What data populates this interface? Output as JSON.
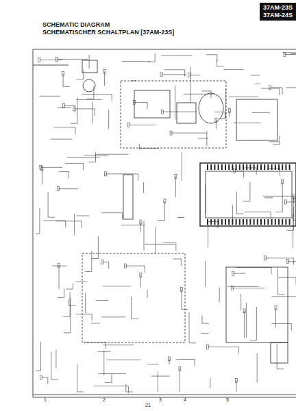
{
  "diagram": {
    "title": "SCHEMATIC DIAGRAM",
    "nodes": [
      {
        "text": [
          "37AM-23S",
          "37AM-24S"
        ]
      }
    ],
    "labels": [
      "SCHEMATISCHER SCHALTPLAN [37AM-23S]",
      "1",
      "2",
      "3",
      "4",
      "5",
      "21"
    ]
  }
}
